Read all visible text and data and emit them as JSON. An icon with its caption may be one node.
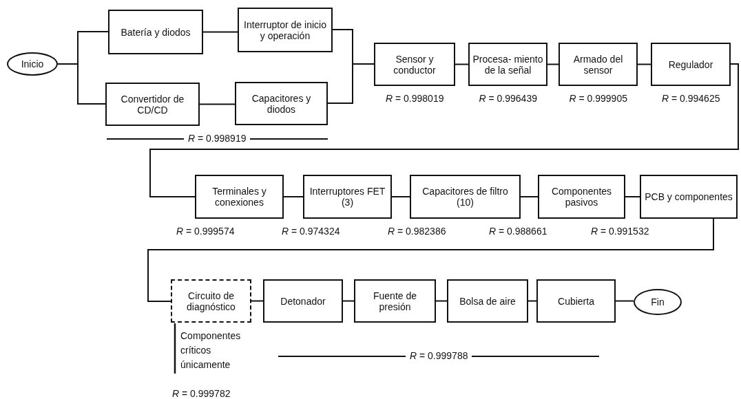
{
  "diagram": {
    "nodes": [
      {
        "text": [
          "Inicio"
        ]
      },
      {
        "text": [
          "Batería y diodos"
        ]
      },
      {
        "text": [
          "Interruptor de inicio y operación"
        ]
      },
      {
        "text": [
          "Convertidor de CD/CD"
        ]
      },
      {
        "text": [
          "Capacitores y diodos"
        ]
      },
      {
        "text": [
          "Sensor y conductor"
        ],
        "beside": [
          "*R* = 0.998019"
        ]
      },
      {
        "text": [
          "Procesa- miento de la señal"
        ],
        "beside": [
          "*R* = 0.996439"
        ]
      },
      {
        "text": [
          "Armado del sensor"
        ],
        "beside": [
          "*R* = 0.999905"
        ]
      },
      {
        "text": [
          "Regulador"
        ],
        "beside": [
          "*R* = 0.994625"
        ]
      },
      {
        "text": [
          "Terminales y conexiones"
        ],
        "beside": [
          "*R* = 0.999574"
        ]
      },
      {
        "text": [
          "Interruptores FET (3)"
        ],
        "beside": [
          "*R* = 0.974324"
        ]
      },
      {
        "text": [
          "Capacitores de filtro (10)"
        ],
        "beside": [
          "*R* = 0.982386"
        ]
      },
      {
        "text": [
          "Componentes pasivos"
        ],
        "beside": [
          "*R* = 0.988661"
        ]
      },
      {
        "text": [
          "PCB y componentes"
        ],
        "beside": [
          "*R* = 0.991532"
        ]
      },
      {
        "text": [
          "Circuito de diagnóstico"
        ]
      },
      {
        "text": [
          "Detonador"
        ]
      },
      {
        "text": [
          "Fuente de presión"
        ]
      },
      {
        "text": [
          "Bolsa de aire"
        ]
      },
      {
        "text": [
          "Cubierta"
        ]
      },
      {
        "text": [
          "Fin"
        ]
      }
    ],
    "edges": [
      {
        "from": 0,
        "to": 1,
        "arrow": "none"
      },
      {
        "from": 0,
        "to": 3,
        "arrow": "none"
      },
      {
        "from": 1,
        "to": 2,
        "arrow": "none"
      },
      {
        "from": 3,
        "to": 4,
        "arrow": "none"
      },
      {
        "from": 2,
        "to": 5,
        "arrow": "none"
      },
      {
        "from": 4,
        "to": 5,
        "arrow": "none"
      },
      {
        "from": 5,
        "to": 6,
        "arrow": "none"
      },
      {
        "from": 6,
        "to": 7,
        "arrow": "none"
      },
      {
        "from": 7,
        "to": 8,
        "arrow": "none"
      },
      {
        "from": 8,
        "to": 9,
        "arrow": "none"
      },
      {
        "from": 9,
        "to": 10,
        "arrow": "none"
      },
      {
        "from": 10,
        "to": 11,
        "arrow": "none"
      },
      {
        "from": 11,
        "to": 12,
        "arrow": "none"
      },
      {
        "from": 12,
        "to": 13,
        "arrow": "none"
      },
      {
        "from": 13,
        "to": 14,
        "arrow": "none"
      },
      {
        "from": 14,
        "to": 15,
        "arrow": "none"
      },
      {
        "from": 15,
        "to": 16,
        "arrow": "none"
      },
      {
        "from": 16,
        "to": 17,
        "arrow": "none"
      },
      {
        "from": 17,
        "to": 18,
        "arrow": "none"
      },
      {
        "from": 18,
        "to": 19,
        "arrow": "none"
      }
    ],
    "labels": [
      "*R* = 0.998919",
      "Componentes críticos únicamente",
      "*R* = 0.999788",
      "*R* = 0.999782"
    ]
  }
}
